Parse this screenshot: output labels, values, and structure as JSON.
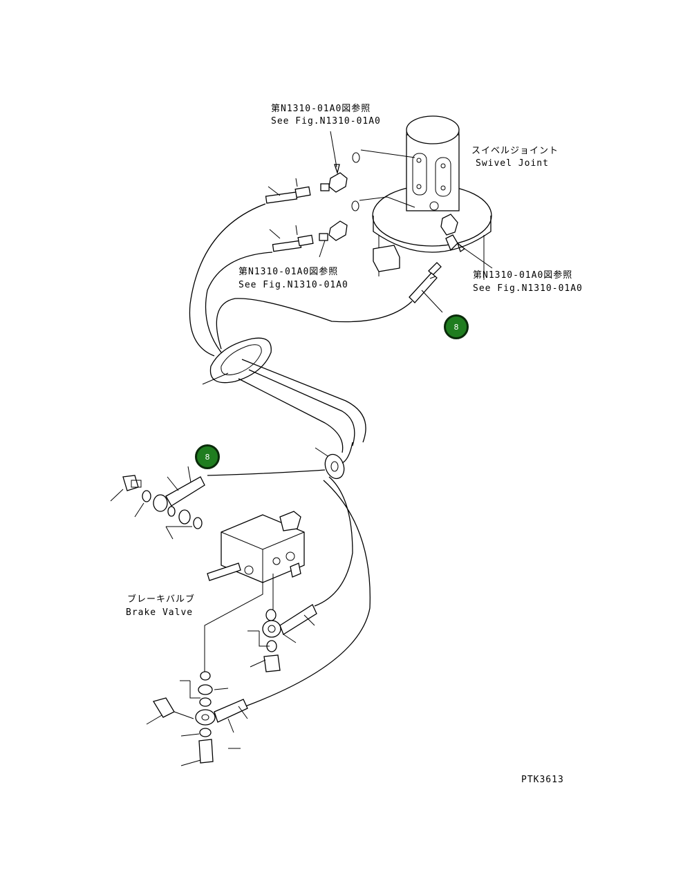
{
  "labels": {
    "ref_top_jp": "第N1310-01A0図参照",
    "ref_top_en": "See Fig.N1310-01A0",
    "swivel_jp": "スイベルジョイント",
    "swivel_en": "Swivel Joint",
    "ref_mid_jp": "第N1310-01A0図参照",
    "ref_mid_en": "See Fig.N1310-01A0",
    "ref_right_jp": "第N1310-01A0図参照",
    "ref_right_en": "See Fig.N1310-01A0",
    "brake_jp": "ブレーキバルブ",
    "brake_en": "Brake Valve",
    "drawing_code": "PTK3613"
  },
  "callouts": [
    {
      "id": "hose-upper",
      "text": "8"
    },
    {
      "id": "hose-lower",
      "text": "8"
    }
  ],
  "colors": {
    "callout_fill": "#1f7d1f",
    "callout_border": "#0a2a0a",
    "line": "#000000"
  }
}
